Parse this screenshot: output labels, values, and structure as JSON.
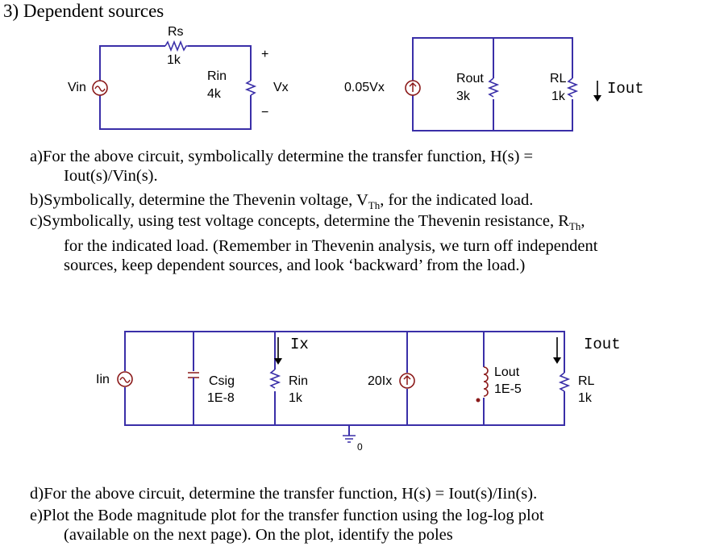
{
  "section_title": "3) Dependent sources",
  "circuit1": {
    "rs_name": "Rs",
    "rs_value": "1k",
    "vin_label": "Vin",
    "rin_name": "Rin",
    "rin_value": "4k",
    "vx_plus": "+",
    "vx_label": "Vx",
    "vx_minus": "−",
    "dep_source_label": "0.05Vx",
    "rout_name": "Rout",
    "rout_value": "3k",
    "rl_name": "RL",
    "rl_value": "1k",
    "iout_label": "Iout"
  },
  "questions1": {
    "a_line1": "a)For the above circuit, symbolically determine the transfer function, H(s) =",
    "a_line2": "Iout(s)/Vin(s).",
    "b_line1_pre": "b)Symbolically, determine the Thevenin voltage, V",
    "b_line1_sub": "Th",
    "b_line1_post": ", for the indicated load.",
    "c_line1_pre": "c)Symbolically, using test voltage concepts, determine the Thevenin resistance, R",
    "c_line1_sub": "Th",
    "c_line1_post": ",",
    "c_line2": "for the indicated load. (Remember in Thevenin analysis, we turn off independent",
    "c_line3": "sources, keep dependent sources, and look ‘backward’ from the load.)"
  },
  "circuit2": {
    "ix_label": "Ix",
    "iout_label": "Iout",
    "iin_label": "Iin",
    "csig_name": "Csig",
    "csig_value": "1E-8",
    "rin_name": "Rin",
    "rin_value": "1k",
    "dep_source_label": "20Ix",
    "lout_name": "Lout",
    "lout_value": "1E-5",
    "rl_name": "RL",
    "rl_value": "1k",
    "ground_label": "0"
  },
  "questions2": {
    "d_line1": "d)For the above circuit, determine the transfer function, H(s) = Iout(s)/Iin(s).",
    "e_line1": "e)Plot the Bode magnitude plot for the transfer function using the log-log plot",
    "e_line2": "(available on the next page). On the plot, identify the poles"
  },
  "colors": {
    "wire": "#3a2fa8",
    "component": "#8b1a1a",
    "text": "#000000"
  }
}
